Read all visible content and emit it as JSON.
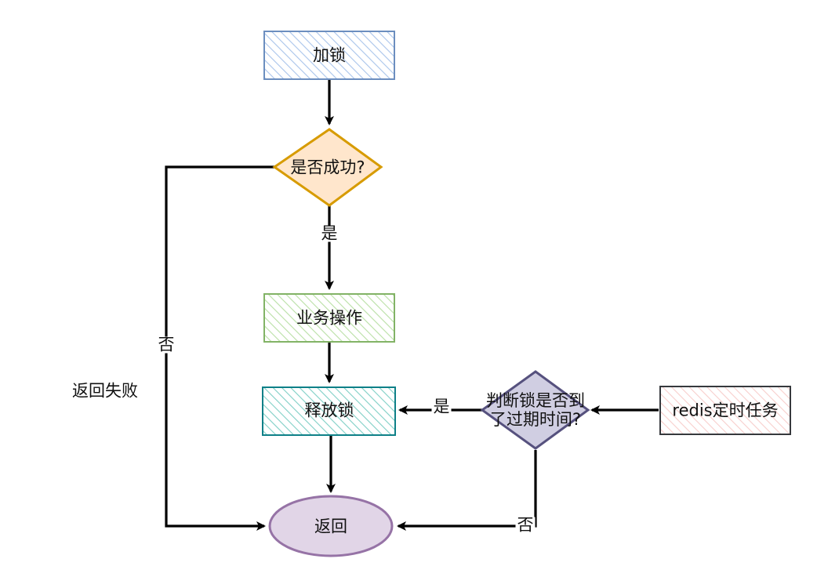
{
  "nodes": {
    "lock": "加锁",
    "check_success": "是否成功?",
    "business_op": "业务操作",
    "release_lock": "释放锁",
    "return": "返回",
    "check_expired": "判断锁是否到了过期时间?",
    "redis_task": "redis定时任务"
  },
  "edge_labels": {
    "success_yes": "是",
    "success_no": "否",
    "expired_yes": "是",
    "expired_no": "否"
  },
  "annotations": {
    "return_fail": "返回失败"
  },
  "colors": {
    "lock_stroke": "#6c8ebf",
    "lock_hatch": "#a9c4eb",
    "check_success_stroke": "#d79b00",
    "check_success_fill": "#ffe6cc",
    "business_stroke": "#82b366",
    "business_hatch": "#b9e0a5",
    "release_stroke": "#0e8088",
    "release_hatch": "#7fcfc6",
    "return_stroke": "#9673a6",
    "return_fill": "#e1d5e7",
    "check_expired_stroke": "#56517e",
    "check_expired_fill": "#d0cee2",
    "redis_stroke": "#36393d",
    "redis_hatch": "#f8cecc",
    "edge": "#000000"
  }
}
